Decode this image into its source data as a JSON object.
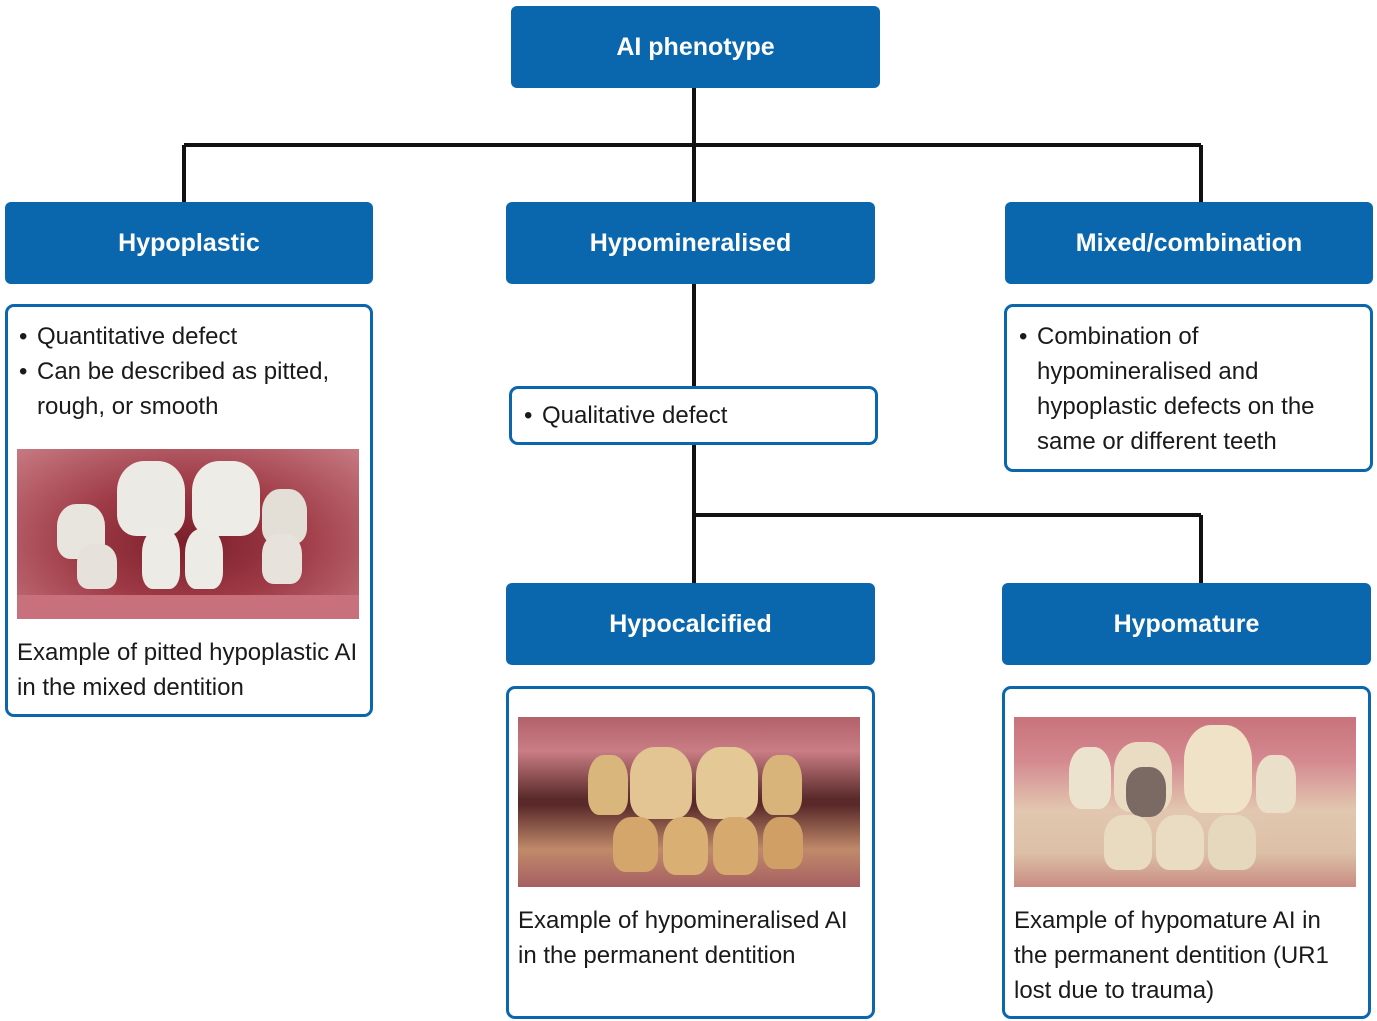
{
  "colors": {
    "node_fill": "#0a66ad",
    "node_text": "#ffffff",
    "panel_border": "#0a66ad",
    "connector": "#111111"
  },
  "root": {
    "label": "AI phenotype"
  },
  "hypoplastic": {
    "label": "Hypoplastic",
    "bullets": [
      "Quantitative defect",
      "Can be described as pitted, rough, or smooth"
    ],
    "caption": "Example of pitted hypoplastic AI in the mixed dentition"
  },
  "hypomineralised": {
    "label": "Hypomineralised",
    "bullets": [
      "Qualitative defect"
    ]
  },
  "mixed": {
    "label": "Mixed/combination",
    "bullets": [
      "Combination of hypomineralised and hypoplastic defects on the same or different teeth"
    ]
  },
  "hypocalcified": {
    "label": "Hypocalcified",
    "caption": "Example of hypomineralised AI in the permanent dentition"
  },
  "hypomature": {
    "label": "Hypomature",
    "caption": "Example of hypomature AI in the permanent dentition (UR1 lost due to trauma)"
  }
}
